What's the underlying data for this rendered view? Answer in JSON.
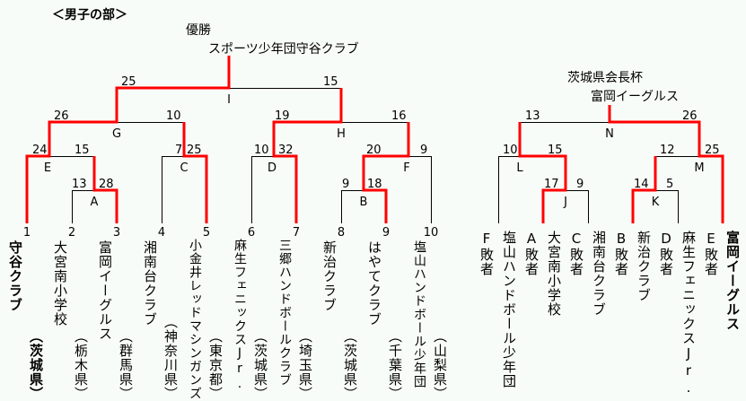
{
  "title": "＜男子の部＞",
  "champion": {
    "label": "優勝",
    "team": "スポーツ少年団守谷クラブ"
  },
  "consolation": {
    "label": "茨城県会長杯",
    "team": "富岡イーグルス"
  },
  "colors": {
    "winner_line": "#ff0000",
    "line": "#000000",
    "background": "#f8fcf8"
  },
  "teams": [
    {
      "no": "1",
      "name": "守谷クラブ",
      "pref": "（茨城県）"
    },
    {
      "no": "2",
      "name": "大宮南小学校",
      "pref": "（栃木県）"
    },
    {
      "no": "3",
      "name": "富岡イーグルス",
      "pref": "（群馬県）"
    },
    {
      "no": "4",
      "name": "湘南台クラブ",
      "pref": "（神奈川県）"
    },
    {
      "no": "5",
      "name": "小金井レッドマシンガンズ",
      "pref": "（東京都）"
    },
    {
      "no": "6",
      "name": "麻生フェニックスJr.",
      "pref": "（茨城県）"
    },
    {
      "no": "7",
      "name": "三郷ハンドボールクラブ",
      "pref": "（埼玉県）"
    },
    {
      "no": "8",
      "name": "新治クラブ",
      "pref": "（茨城県）"
    },
    {
      "no": "9",
      "name": "はやてクラブ",
      "pref": "（千葉県）"
    },
    {
      "no": "10",
      "name": "塩山ハンドボール少年団",
      "pref": "（山梨県）"
    }
  ],
  "matches": {
    "A": {
      "label": "A",
      "left": "13",
      "right": "28"
    },
    "B": {
      "label": "B",
      "left": "9",
      "right": "18"
    },
    "C": {
      "label": "C",
      "left": "7",
      "right": "25"
    },
    "D": {
      "label": "D",
      "left": "10",
      "right": "32"
    },
    "E": {
      "label": "E",
      "left": "24",
      "right": "15"
    },
    "F": {
      "label": "F",
      "left": "20",
      "right": "9"
    },
    "G": {
      "label": "G",
      "left": "26",
      "right": "10"
    },
    "H": {
      "label": "H",
      "left": "19",
      "right": "16"
    },
    "I": {
      "label": "I",
      "left": "25",
      "right": "15"
    },
    "J": {
      "label": "J",
      "left": "17",
      "right": "9"
    },
    "K": {
      "label": "K",
      "left": "14",
      "right": "5"
    },
    "L": {
      "label": "L",
      "left": "10",
      "right": "15"
    },
    "M": {
      "label": "M",
      "left": "12",
      "right": "25"
    },
    "N": {
      "label": "N",
      "left": "13",
      "right": "26"
    }
  },
  "consolation_entries": [
    {
      "slot": "F敗者",
      "team": "塩山ハンドボール少年団"
    },
    {
      "slot": "A敗者",
      "team": "大宮南小学校"
    },
    {
      "slot": "C敗者",
      "team": "湘南台クラブ"
    },
    {
      "slot": "B敗者",
      "team": "新治クラブ"
    },
    {
      "slot": "D敗者",
      "team": "麻生フェニックスJr."
    },
    {
      "slot": "E敗者",
      "team": "富岡イーグルス"
    }
  ]
}
